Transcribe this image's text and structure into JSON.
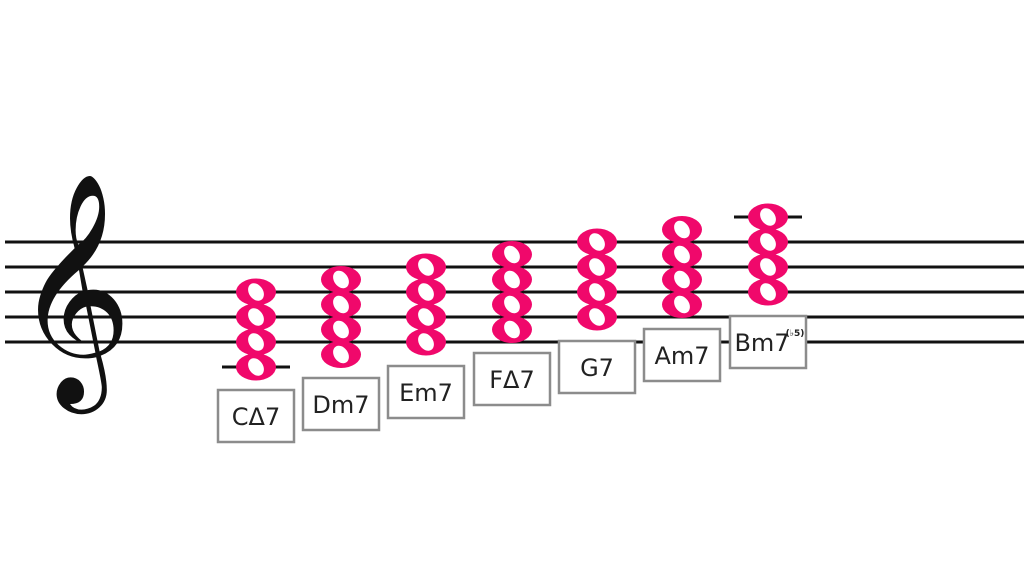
{
  "colors": {
    "note": "#f0086b",
    "staff": "#111111",
    "label_border": "#8c8c8c",
    "label_text": "#222222",
    "background": "#ffffff"
  },
  "clef": {
    "icon": "treble-clef-icon",
    "glyph": "𝄞"
  },
  "chords": [
    {
      "label": "CΔ7",
      "sup": "",
      "notes": [
        "C4",
        "E4",
        "G4",
        "B4"
      ]
    },
    {
      "label": "Dm7",
      "sup": "",
      "notes": [
        "D4",
        "F4",
        "A4",
        "C5"
      ]
    },
    {
      "label": "Em7",
      "sup": "",
      "notes": [
        "E4",
        "G4",
        "B4",
        "D5"
      ]
    },
    {
      "label": "FΔ7",
      "sup": "",
      "notes": [
        "F4",
        "A4",
        "C5",
        "E5"
      ]
    },
    {
      "label": "G7",
      "sup": "",
      "notes": [
        "G4",
        "B4",
        "D5",
        "F5"
      ]
    },
    {
      "label": "Am7",
      "sup": "",
      "notes": [
        "A4",
        "C5",
        "E5",
        "G5"
      ]
    },
    {
      "label": "Bm7",
      "sup": "(♭5)",
      "notes": [
        "B4",
        "D5",
        "F5",
        "A5"
      ]
    }
  ]
}
